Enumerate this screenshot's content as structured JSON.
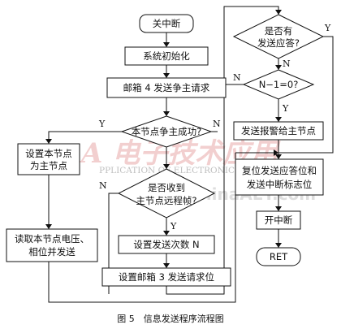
{
  "nodes": {
    "off_interrupt": "关中断",
    "sys_init": "系统初始化",
    "mailbox4": "邮箱 4 发送争主请求",
    "win_master_q": "本节点争主成功?",
    "set_master_1": "设置本节点",
    "set_master_2": "为主节点",
    "read_1": "读取本节点电压、",
    "read_2": "相位并发送",
    "recv_frame_1": "是否收到",
    "recv_frame_2": "主节点远程帧?",
    "set_count": "设置发送次数 N",
    "mailbox3": "设置邮箱 3 发送请求位",
    "reply_1": "是否有",
    "reply_2": "发送应答?",
    "n_check": "N−1=0?",
    "alarm": "发送报警给主节点",
    "reset_1": "复位发送应答位和",
    "reset_2": "发送中断标志位",
    "on_interrupt": "开中断",
    "ret": "RET"
  },
  "labels": {
    "yes": "Y",
    "no": "N"
  },
  "caption": "图 5　信息发送程序流程图",
  "watermark": {
    "logo_text": "电子技术应用",
    "logo_letter": "A",
    "subtitle": "PPLICATION OF ELECTRONIC TECHNIQUE",
    "url": "www.ChinaAET.com"
  }
}
